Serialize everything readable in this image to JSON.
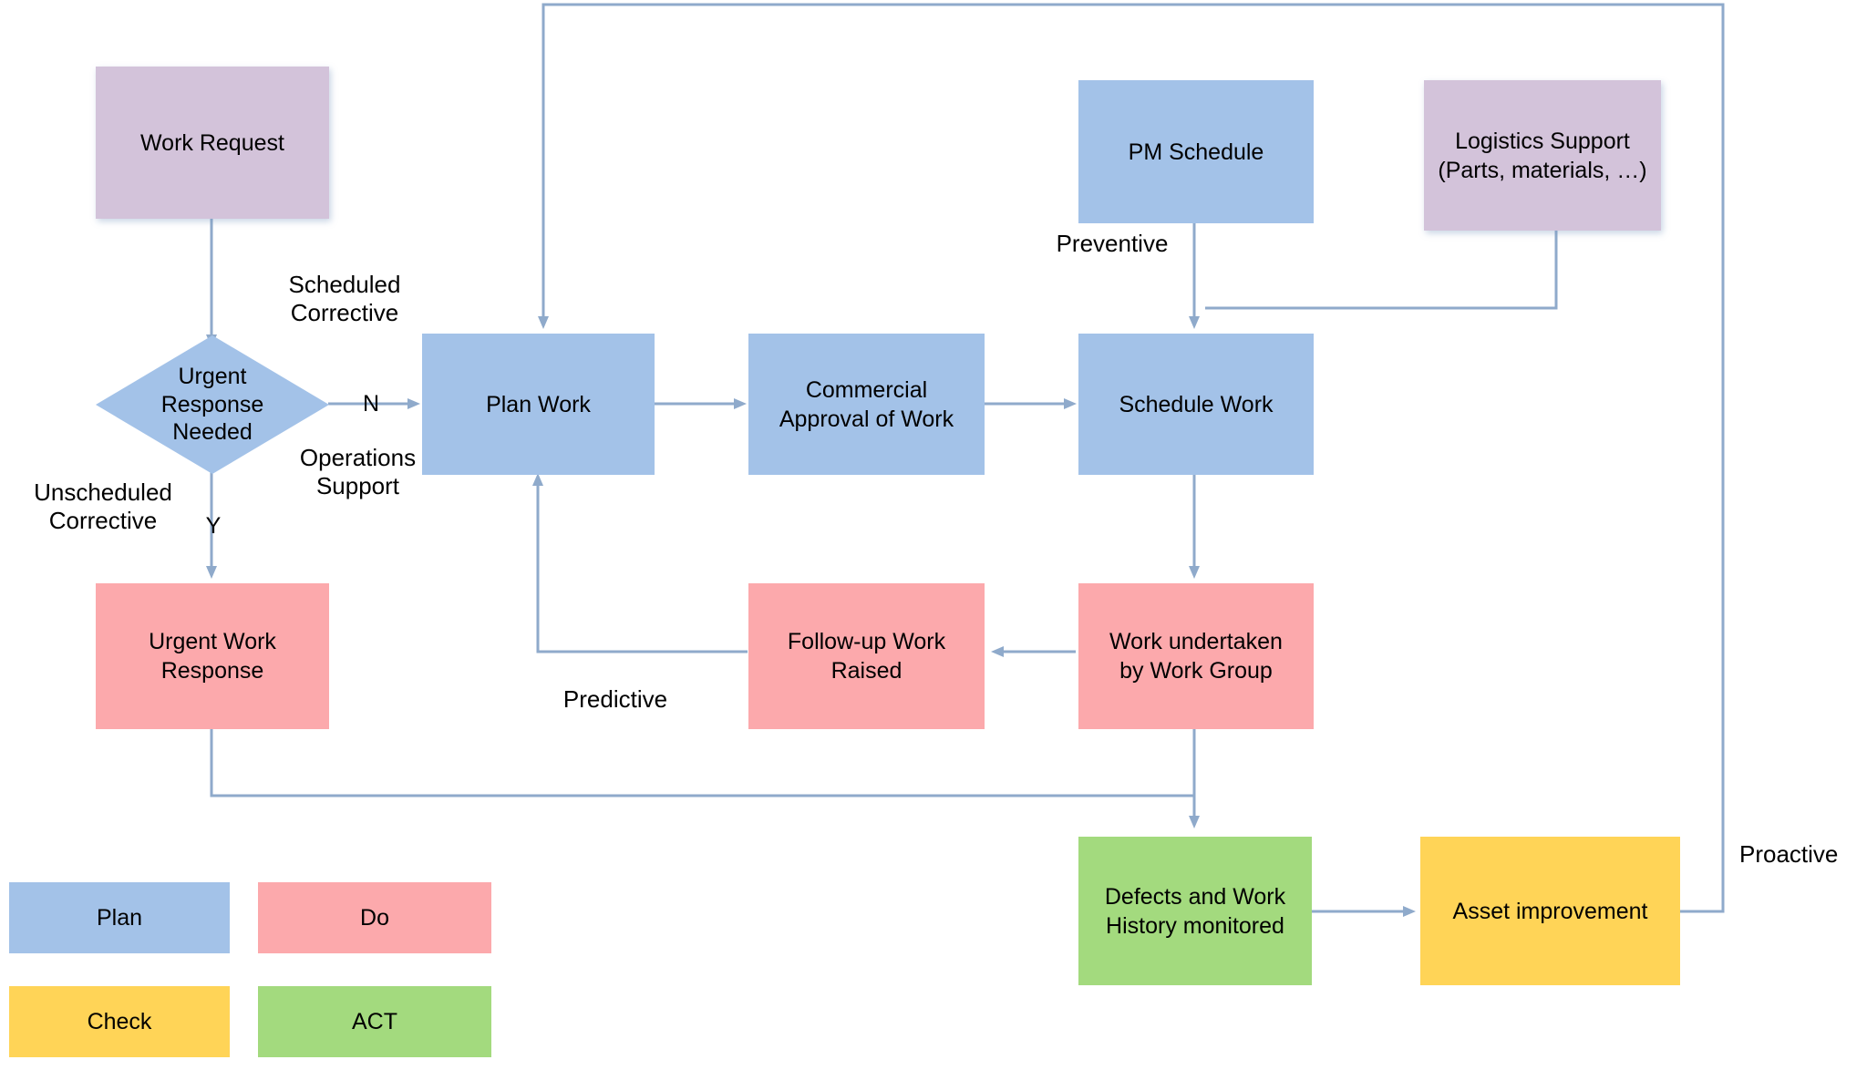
{
  "diagram": {
    "title": "Maintenance Work Management PDCA Flowchart",
    "colors": {
      "plan": "#a3c2e8",
      "do": "#fca9ac",
      "check": "#ffd457",
      "act": "#a3da7e",
      "support": "#d3c3da",
      "connector": "#8faacb",
      "text": "#000000",
      "background": "#ffffff"
    },
    "nodes": [
      {
        "id": "work-request",
        "label": "Work Request",
        "category": "support"
      },
      {
        "id": "urgent-decision",
        "label": "Urgent\nResponse\nNeeded",
        "category": "plan"
      },
      {
        "id": "plan-work",
        "label": "Plan  Work",
        "category": "plan"
      },
      {
        "id": "commercial-approval",
        "label": "Commercial\nApproval of Work",
        "category": "plan"
      },
      {
        "id": "schedule-work",
        "label": "Schedule Work",
        "category": "plan"
      },
      {
        "id": "pm-schedule",
        "label": "PM Schedule",
        "category": "plan"
      },
      {
        "id": "logistics-support",
        "label": "Logistics Support\n(Parts, materials, …)",
        "category": "support"
      },
      {
        "id": "urgent-work-response",
        "label": "Urgent Work\nResponse",
        "category": "do"
      },
      {
        "id": "follow-up-work",
        "label": "Follow-up Work\nRaised",
        "category": "do"
      },
      {
        "id": "work-undertaken",
        "label": "Work undertaken\nby Work Group",
        "category": "do"
      },
      {
        "id": "defects-monitored",
        "label": "Defects and Work\nHistory monitored",
        "category": "act"
      },
      {
        "id": "asset-improvement",
        "label": "Asset improvement",
        "category": "check"
      }
    ],
    "edge_labels": [
      {
        "id": "scheduled-corrective",
        "text": "Scheduled\nCorrective"
      },
      {
        "id": "unscheduled-corrective",
        "text": "Unscheduled\nCorrective"
      },
      {
        "id": "operations-support",
        "text": "Operations\nSupport"
      },
      {
        "id": "decision-no",
        "text": "N"
      },
      {
        "id": "decision-yes",
        "text": "Y"
      },
      {
        "id": "preventive",
        "text": "Preventive"
      },
      {
        "id": "predictive",
        "text": "Predictive"
      },
      {
        "id": "proactive",
        "text": "Proactive"
      }
    ],
    "legend": {
      "items": [
        {
          "id": "legend-plan",
          "label": "Plan",
          "category": "plan"
        },
        {
          "id": "legend-do",
          "label": "Do",
          "category": "do"
        },
        {
          "id": "legend-check",
          "label": "Check",
          "category": "check"
        },
        {
          "id": "legend-act",
          "label": "ACT",
          "category": "act"
        }
      ]
    }
  }
}
